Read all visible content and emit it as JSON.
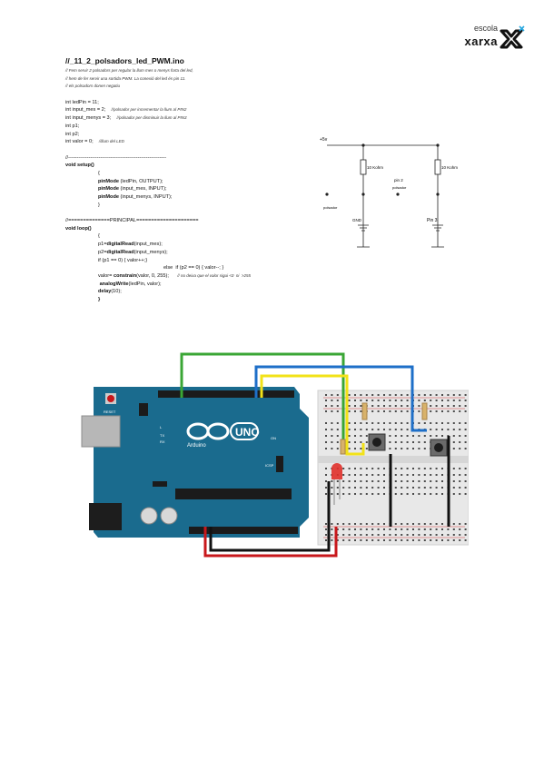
{
  "logo": {
    "top": "escola",
    "main": "xarxa"
  },
  "code": {
    "title": "//_11_2_polsadors_led_PWM.ino",
    "desc": [
      "// Fem servir 2 polsadors per regular la llum mes o menys forta del led,",
      "// hem de fer servir una sortida PWM. La conexió del led és pin 11.",
      "// els polsadors donen negatiu"
    ],
    "decl": [
      "int ledPin = 11;",
      "int input_mes = 2;",
      "int input_menys = 3;",
      "int p1;",
      "int p2;",
      "int valor = 0;"
    ],
    "decl_comments": {
      "mes": "//polsador per incrementar la llum al PIN2",
      "menys": "//polsador per disminuir la llum al PIN3",
      "valor": "//llum del LED"
    },
    "sep": "//----------------------------------------------------------",
    "setup_sig": "void setup()",
    "brace_open": "{",
    "brace_close": "}",
    "setup_lines": [
      [
        "pinMode",
        " (ledPin, OUTPUT);"
      ],
      [
        "pinMode",
        " (input_mes, INPUT);"
      ],
      [
        "pinMode",
        " (input_menys, INPUT);"
      ]
    ],
    "principal": "//==============PRINCIPAL=====================",
    "loop_sig": "void loop()",
    "loop": {
      "p1_pre": "p1=",
      "p1_fn": "digitalRead",
      "p1_post": "(input_mes);",
      "p2_pre": "p2=",
      "p2_fn": "digitalRead",
      "p2_post": "(input_menys);",
      "if1": "if (p1 == 0) { valor++;}",
      "else1": "else  if (p2 == 0) { valor--; }",
      "constrain_pre": "valor= ",
      "constrain_fn": "constrain",
      "constrain_post": "(valor, 0, 255);",
      "constrain_cm": "// no deixa que el valor sigui <0  ni  >255",
      "aw_fn": "analogWrite",
      "aw_post": "(ledPin, valor);",
      "delay_fn": "delay",
      "delay_post": "(10);"
    }
  },
  "schematic": {
    "vcc": "+5v",
    "r1": "10 Kohm",
    "r2": "10 Kohm",
    "pin2": "pin 2",
    "pin3": "Pin 3",
    "sw1": "polsador",
    "sw2": "polsador",
    "gnd": "GND"
  },
  "board": {
    "uno": "UNO",
    "brand": "Arduino",
    "reset": "RESET",
    "on": "ON",
    "tx": "TX",
    "rx": "RX",
    "icsp": "ICSP",
    "l": "L"
  },
  "colors": {
    "board": "#1a6b8e",
    "wire_green": "#3aa635",
    "wire_yellow": "#f2e218",
    "wire_blue": "#1e6fc8",
    "wire_red": "#c8171b",
    "wire_black": "#111111",
    "led": "#e0302a"
  }
}
